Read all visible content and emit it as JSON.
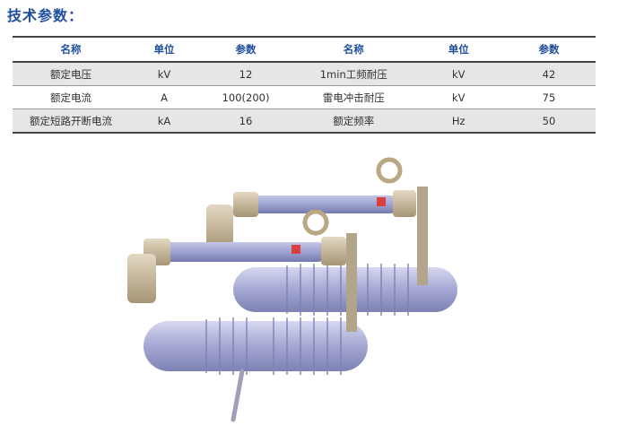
{
  "page": {
    "title": "技术参数："
  },
  "table": {
    "headers": [
      "名称",
      "单位",
      "参数",
      "名称",
      "单位",
      "参数"
    ],
    "rows": [
      [
        "额定电压",
        "kV",
        "12",
        "1min工频耐压",
        "kV",
        "42"
      ],
      [
        "额定电流",
        "A",
        "100(200)",
        "雷电冲击耐压",
        "kV",
        "75"
      ],
      [
        "额定短路开断电流",
        "kA",
        "16",
        "额定频率",
        "Hz",
        "50"
      ]
    ]
  },
  "colors": {
    "title": "#1f4e9c",
    "row_shade": "#e6e6e6",
    "insulator": "#a9acd6",
    "metal": "#c7b79a"
  },
  "icons": {
    "product_photo": "drop-out-fuse-cutout-illustration"
  }
}
